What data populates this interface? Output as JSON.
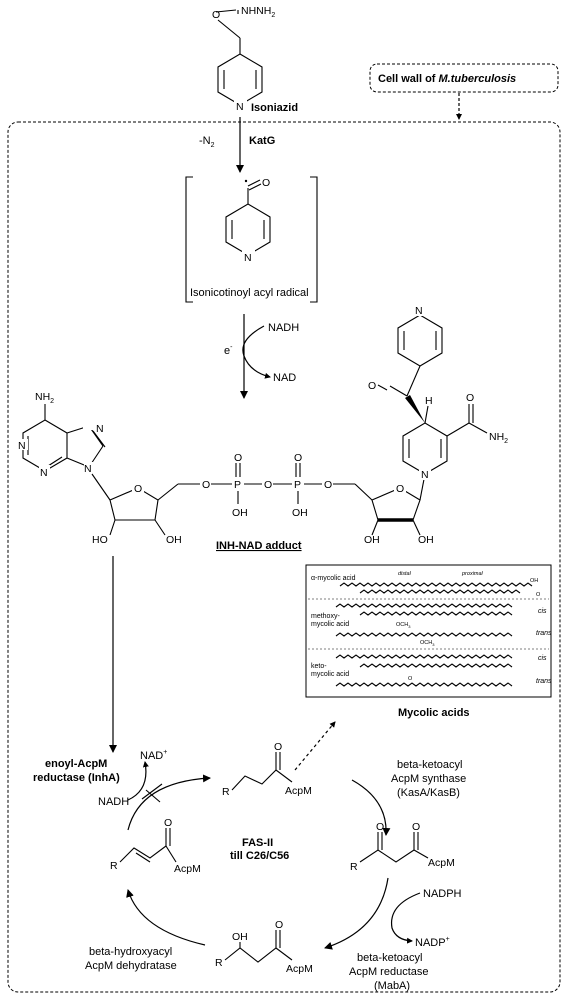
{
  "diagram": {
    "isoniazid_label": "Isoniazid",
    "hydrazide_group": "NHNH",
    "hydrazide_sub": "2",
    "cell_wall_prefix": "Cell wall of ",
    "cell_wall_organism": "M.tuberculosis",
    "katg_step": {
      "loss": "-N",
      "loss_sub": "2",
      "enzyme": "KatG"
    },
    "radical_label": "Isonicotinoyl acyl radical",
    "nadh_step": {
      "donor": "NADH",
      "electron": "e",
      "electron_sup": "-",
      "product": "NAD"
    },
    "adduct_label": "INH-NAD adduct",
    "atoms": {
      "N": "N",
      "O": "O",
      "P": "P",
      "OH": "OH",
      "HO": "HO",
      "H": "H",
      "NH2": "NH",
      "NH2_sub": "2"
    },
    "mycolic": {
      "caption": "Mycolic acids",
      "alpha": "α-mycolic acid",
      "distal": "distal",
      "proximal": "proximal",
      "methoxy": "methoxy-\nmycolic acid",
      "keto": "keto-\nmycolic acid",
      "cis": "cis",
      "trans": "trans",
      "och3": "OCH",
      "oh": "OH",
      "o": "O"
    },
    "cycle": {
      "center_line1": "FAS-II",
      "center_line2": "till C26/C56",
      "acpm": "AcpM",
      "r": "R",
      "oh": "OH",
      "o": "O",
      "inha_line1": "enoyl-AcpM",
      "inha_line2": "reductase (InhA)",
      "nad_plus": "NAD",
      "plus": "+",
      "nadh": "NADH",
      "kas_line1": "beta-ketoacyl",
      "kas_line2": "AcpM synthase",
      "kas_line3": "(KasA/KasB)",
      "nadph": "NADPH",
      "nadp": "NADP",
      "mab_line1": "beta-ketoacyl",
      "mab_line2": "AcpM reductase",
      "mab_line3": "(MabA)",
      "dh_line1": "beta-hydroxyacyl",
      "dh_line2": "AcpM dehydratase"
    }
  }
}
